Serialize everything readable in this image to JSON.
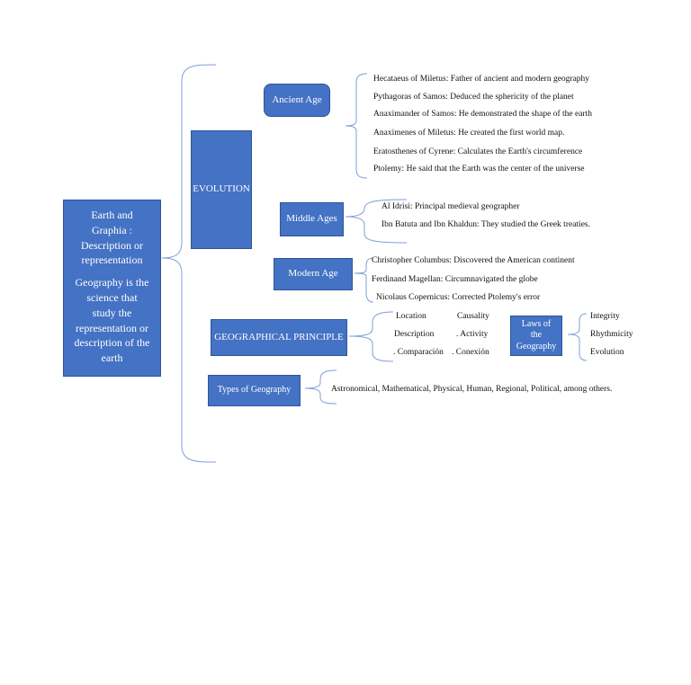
{
  "main": {
    "title_lines": [
      "Earth and",
      "Graphia :",
      "Description or",
      "representation"
    ],
    "definition_lines": [
      "Geography is the",
      "science that",
      "study the",
      "representation or",
      "description of the",
      "earth"
    ]
  },
  "evolution": {
    "label": "EVOLUTION",
    "ancient": {
      "label": "Ancient Age",
      "items": [
        "Hecataeus of Miletus: Father of ancient and modern geography",
        "Pythagoras of Samos: Deduced the sphericity of the planet",
        "Anaximander of Samos: He demonstrated the shape of the earth",
        "Anaximenes of Miletus: He created the first world map.",
        "Eratosthenes of Cyrene: Calculates the Earth's circumference",
        "Ptolemy: He said that the Earth was the center of the universe"
      ]
    },
    "middle": {
      "label": "Middle Ages",
      "items": [
        "Al Idrisi: Principal medieval geographer",
        "Ibn Batuta and Ibn Khaldun: They studied the Greek treaties."
      ]
    },
    "modern": {
      "label": "Modern Age",
      "items": [
        "Christopher Columbus: Discovered the American continent",
        "Ferdinand Magellan: Circumnavigated the globe",
        "Nicolaus Copernicus: Corrected Ptolemy's error"
      ]
    }
  },
  "principles": {
    "label": "GEOGRAPHICAL PRINCIPLE",
    "col1": [
      "Location",
      "Description",
      ". Comparación"
    ],
    "col2": [
      "Causality",
      ". Activity",
      ". Conexión"
    ]
  },
  "laws": {
    "label_lines": [
      "Laws of",
      "the",
      "Geography"
    ],
    "items": [
      "Integrity",
      "Rhythmicity",
      "Evolution"
    ]
  },
  "types": {
    "label": "Types of Geography",
    "text": "Astronomical, Mathematical, Physical, Human, Regional, Political, among others."
  },
  "colors": {
    "box_fill": "#4472c4",
    "box_border": "#2f5597",
    "brace": "#7f9fd8"
  }
}
